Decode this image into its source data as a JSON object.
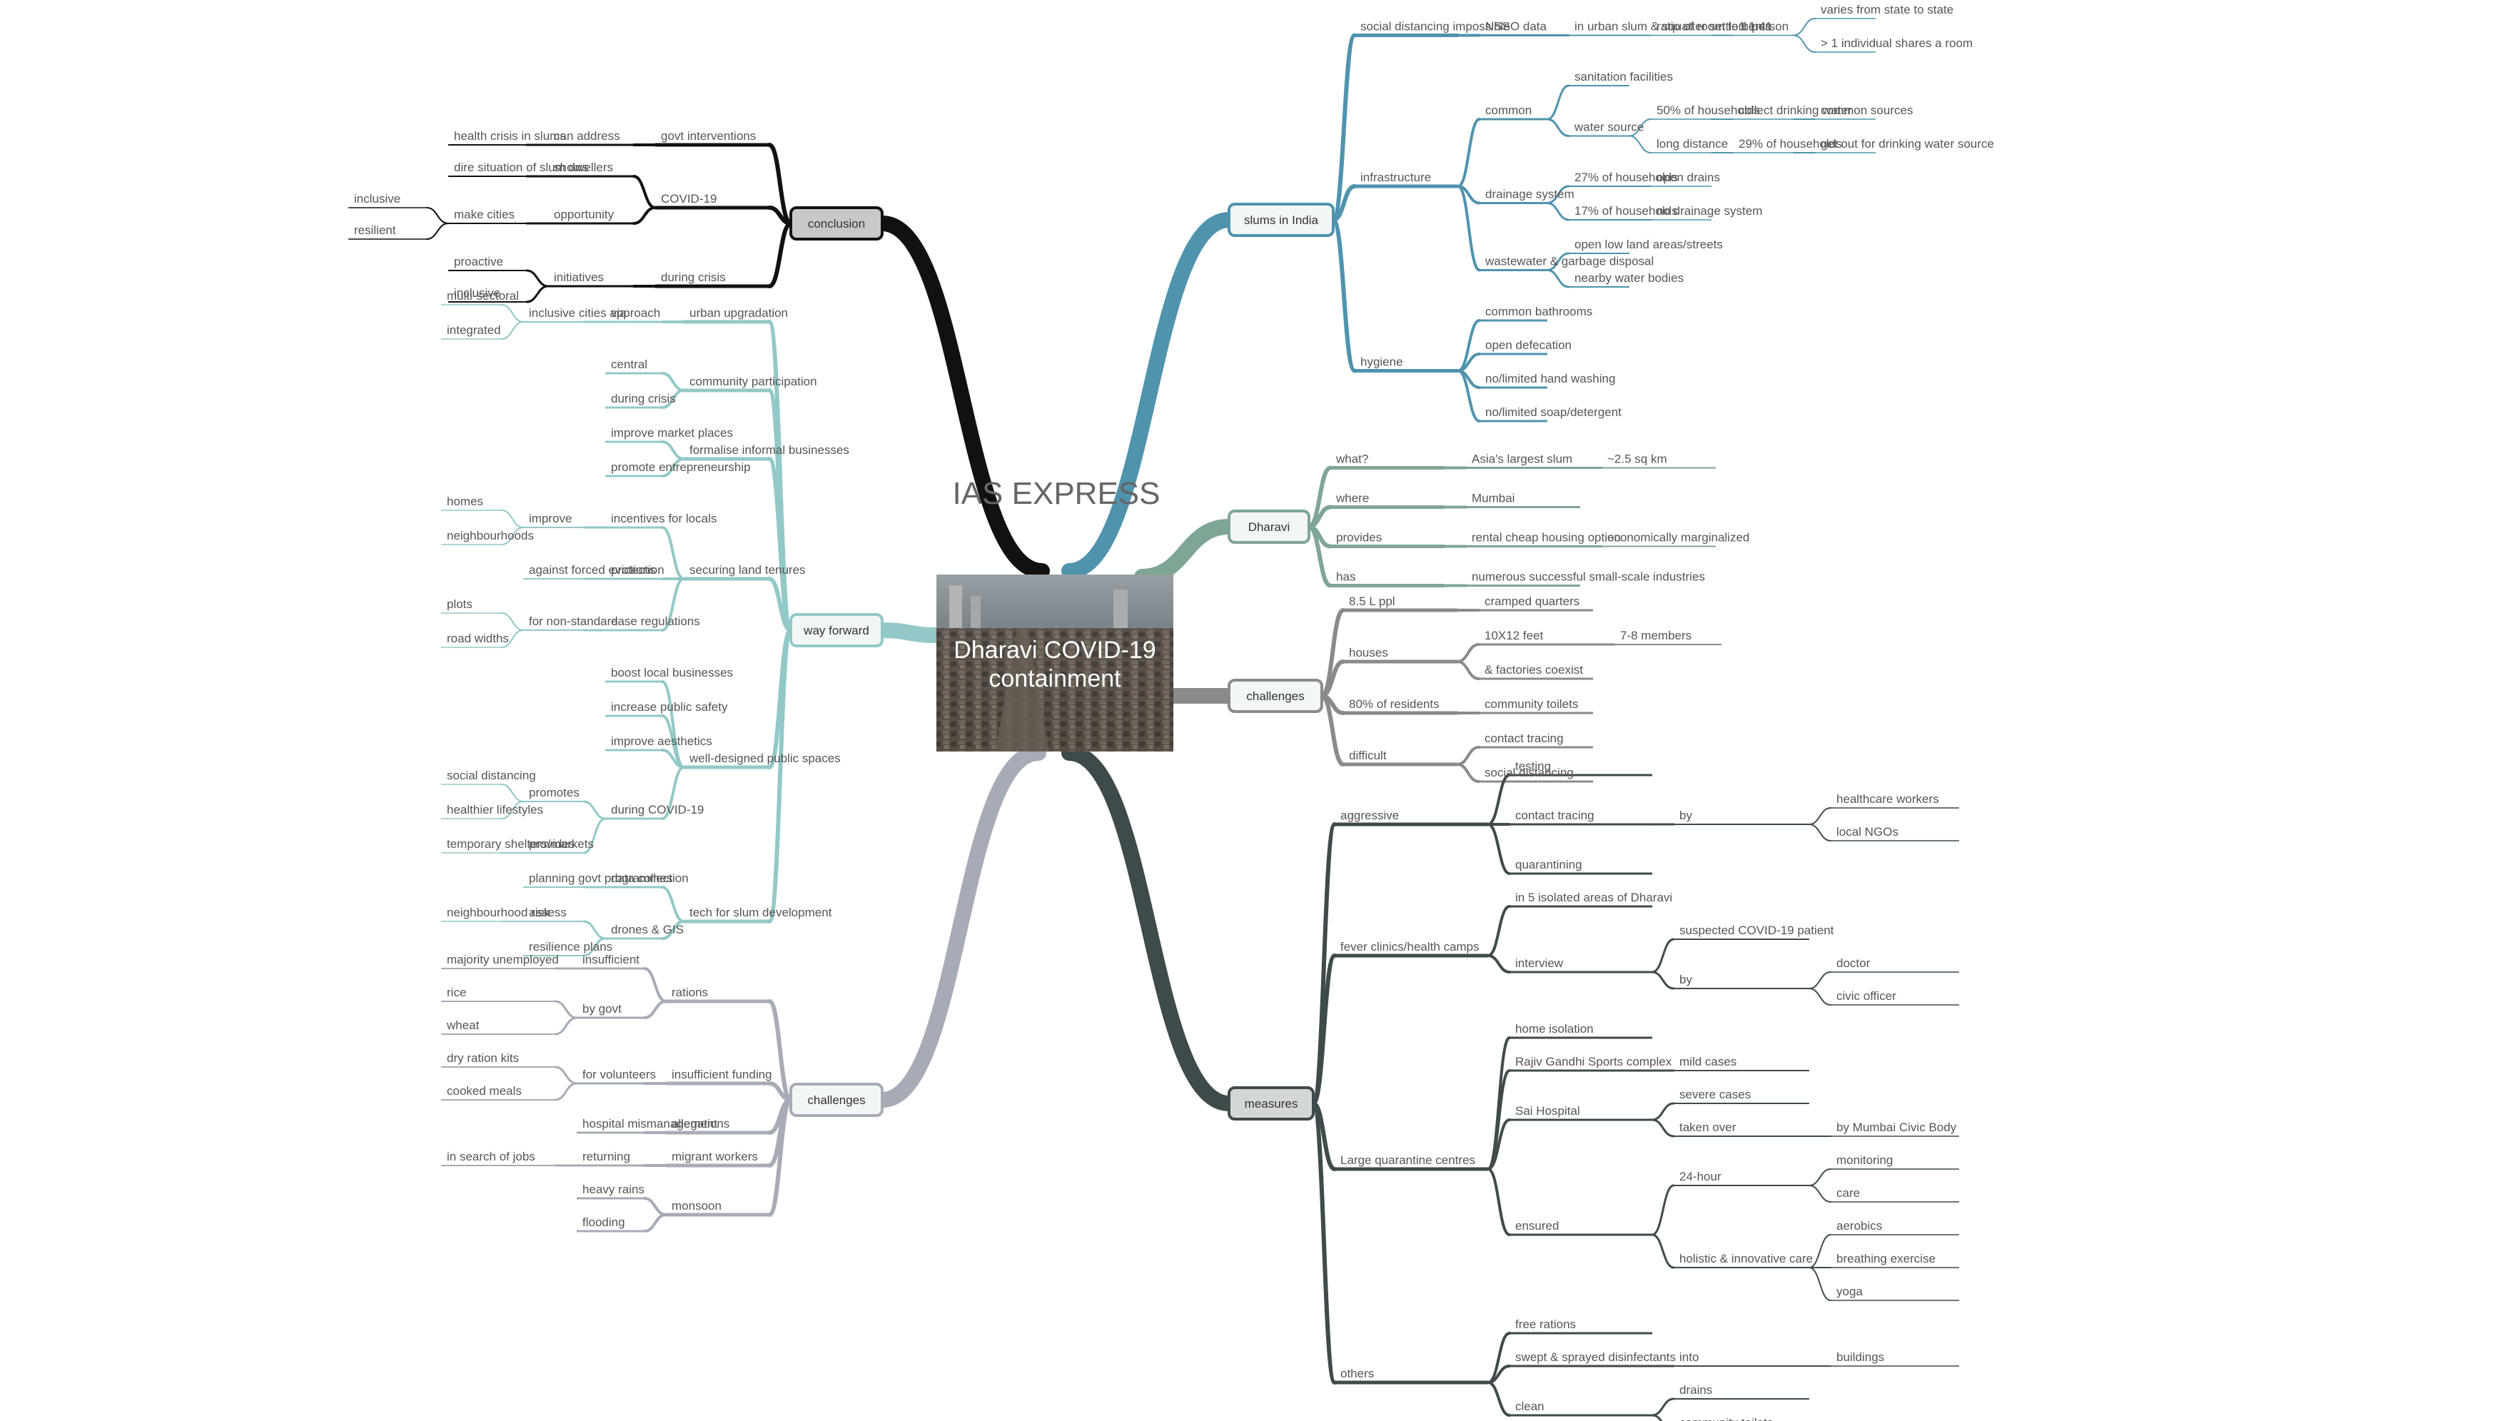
{
  "brand": "IAS EXPRESS",
  "central": {
    "line1": "Dharavi COVID-19",
    "line2": "containment"
  },
  "colors": {
    "slums": "#4f93ad",
    "dharavi": "#7fa595",
    "challenges_right": "#8a8a8a",
    "measures": "#3f4a4b",
    "conclusion": "#111111",
    "way_forward": "#93c8c8",
    "challenges_left": "#a7abb6"
  },
  "branches": [
    {
      "label": "slums in India",
      "color": "#4f93ad",
      "children": [
        {
          "label": "social distancing impossible",
          "children": [
            {
              "label": "NSSO data",
              "children": [
                {
                  "label": "in urban slum & squatter settlements",
                  "children": [
                    {
                      "label": "ratio of room to 1 person",
                      "children": [
                        {
                          "label": "1:1:41",
                          "children": [
                            {
                              "label": "varies from state to state"
                            },
                            {
                              "label": "> 1 individual shares a room"
                            }
                          ]
                        }
                      ]
                    }
                  ]
                }
              ]
            }
          ]
        },
        {
          "label": "infrastructure",
          "children": [
            {
              "label": "common",
              "children": [
                {
                  "label": "sanitation facilities"
                },
                {
                  "label": "water source",
                  "children": [
                    {
                      "label": "50% of households",
                      "children": [
                        {
                          "label": "collect drinking water",
                          "children": [
                            {
                              "label": "common sources"
                            }
                          ]
                        }
                      ]
                    },
                    {
                      "label": "long distance",
                      "children": [
                        {
                          "label": "29% of households",
                          "children": [
                            {
                              "label": "get out for drinking water source"
                            }
                          ]
                        }
                      ]
                    }
                  ]
                }
              ]
            },
            {
              "label": "drainage system",
              "children": [
                {
                  "label": "27% of households",
                  "children": [
                    {
                      "label": "open drains"
                    }
                  ]
                },
                {
                  "label": "17% of households",
                  "children": [
                    {
                      "label": "no drainage system"
                    }
                  ]
                }
              ]
            },
            {
              "label": "wastewater & garbage disposal",
              "children": [
                {
                  "label": "open low land areas/streets"
                },
                {
                  "label": "nearby water bodies"
                }
              ]
            }
          ]
        },
        {
          "label": "hygiene",
          "children": [
            {
              "label": "common bathrooms"
            },
            {
              "label": "open defecation"
            },
            {
              "label": "no/limited hand washing"
            },
            {
              "label": "no/limited soap/detergent"
            }
          ]
        }
      ]
    },
    {
      "label": "Dharavi",
      "color": "#7fa595",
      "children": [
        {
          "label": "what?",
          "children": [
            {
              "label": "Asia's largest slum",
              "children": [
                {
                  "label": "~2.5 sq km"
                }
              ]
            }
          ]
        },
        {
          "label": "where",
          "children": [
            {
              "label": "Mumbai"
            }
          ]
        },
        {
          "label": "provides",
          "children": [
            {
              "label": "rental cheap housing option",
              "children": [
                {
                  "label": "economically marginalized"
                }
              ]
            }
          ]
        },
        {
          "label": "has",
          "children": [
            {
              "label": "numerous successful small-scale industries"
            }
          ]
        }
      ]
    },
    {
      "label": "challenges",
      "color": "#8a8a8a",
      "children": [
        {
          "label": "8.5 L ppl",
          "children": [
            {
              "label": "cramped quarters"
            }
          ]
        },
        {
          "label": "houses",
          "children": [
            {
              "label": "10X12 feet",
              "children": [
                {
                  "label": "7-8 members"
                }
              ]
            },
            {
              "label": "& factories coexist"
            }
          ]
        },
        {
          "label": "80% of residents",
          "children": [
            {
              "label": "community toilets"
            }
          ]
        },
        {
          "label": "difficult",
          "children": [
            {
              "label": "contact tracing"
            },
            {
              "label": "social distancing"
            }
          ]
        }
      ]
    },
    {
      "label": "measures",
      "color": "#3f4a4b",
      "children": [
        {
          "label": "aggressive",
          "children": [
            {
              "label": "testing"
            },
            {
              "label": "contact tracing",
              "children": [
                {
                  "label": "by",
                  "children": [
                    {
                      "label": "healthcare workers"
                    },
                    {
                      "label": "local NGOs"
                    }
                  ]
                }
              ]
            },
            {
              "label": "quarantining"
            }
          ]
        },
        {
          "label": "fever clinics/health camps",
          "children": [
            {
              "label": "in 5 isolated areas of Dharavi"
            },
            {
              "label": "interview",
              "children": [
                {
                  "label": "suspected COVID-19 patient"
                },
                {
                  "label": "by",
                  "children": [
                    {
                      "label": "doctor"
                    },
                    {
                      "label": "civic officer"
                    }
                  ]
                }
              ]
            }
          ]
        },
        {
          "label": "Large quarantine centres",
          "children": [
            {
              "label": "home isolation"
            },
            {
              "label": "Rajiv Gandhi Sports complex",
              "children": [
                {
                  "label": "mild cases"
                }
              ]
            },
            {
              "label": "Sai Hospital",
              "children": [
                {
                  "label": "severe cases"
                },
                {
                  "label": "taken over",
                  "children": [
                    {
                      "label": "by Mumbai Civic Body"
                    }
                  ]
                }
              ]
            },
            {
              "label": "ensured",
              "children": [
                {
                  "label": "24-hour",
                  "children": [
                    {
                      "label": "monitoring"
                    },
                    {
                      "label": "care"
                    }
                  ]
                },
                {
                  "label": "holistic & innovative care",
                  "children": [
                    {
                      "label": "aerobics"
                    },
                    {
                      "label": "breathing exercise"
                    },
                    {
                      "label": "yoga"
                    }
                  ]
                }
              ]
            }
          ]
        },
        {
          "label": "others",
          "children": [
            {
              "label": "free rations"
            },
            {
              "label": "swept & sprayed disinfectants",
              "children": [
                {
                  "label": "into",
                  "children": [
                    {
                      "label": "buildings"
                    }
                  ]
                }
              ]
            },
            {
              "label": "clean",
              "children": [
                {
                  "label": "drains"
                },
                {
                  "label": "community toilets"
                }
              ]
            }
          ]
        }
      ]
    },
    {
      "label": "conclusion",
      "color": "#111111",
      "children": [
        {
          "label": "govt interventions",
          "children": [
            {
              "label": "can address",
              "children": [
                {
                  "label": "health crisis in slums"
                }
              ]
            }
          ]
        },
        {
          "label": "COVID-19",
          "children": [
            {
              "label": "shows",
              "children": [
                {
                  "label": "dire situation of slum dwellers"
                }
              ]
            },
            {
              "label": "opportunity",
              "children": [
                {
                  "label": "make cities",
                  "children": [
                    {
                      "label": "inclusive"
                    },
                    {
                      "label": "resilient"
                    }
                  ]
                }
              ]
            }
          ]
        },
        {
          "label": "during crisis",
          "children": [
            {
              "label": "initiatives",
              "children": [
                {
                  "label": "proactive"
                },
                {
                  "label": "inclusive"
                }
              ]
            }
          ]
        }
      ]
    },
    {
      "label": "way forward",
      "color": "#93c8c8",
      "children": [
        {
          "label": "urban upgradation",
          "children": [
            {
              "label": "via",
              "children": [
                {
                  "label": "inclusive cities approach",
                  "children": [
                    {
                      "label": "multi-sectoral"
                    },
                    {
                      "label": "integrated"
                    }
                  ]
                }
              ]
            }
          ]
        },
        {
          "label": "community participation",
          "children": [
            {
              "label": "central"
            },
            {
              "label": "during crisis"
            }
          ]
        },
        {
          "label": "formalise informal businesses",
          "children": [
            {
              "label": "improve market places"
            },
            {
              "label": "promote entrepreneurship"
            }
          ]
        },
        {
          "label": "securing land tenures",
          "children": [
            {
              "label": "incentives for locals",
              "children": [
                {
                  "label": "improve",
                  "children": [
                    {
                      "label": "homes"
                    },
                    {
                      "label": "neighbourhoods"
                    }
                  ]
                }
              ]
            },
            {
              "label": "protection",
              "children": [
                {
                  "label": "against forced evictions"
                }
              ]
            },
            {
              "label": "ease regulations",
              "children": [
                {
                  "label": "for non-standard",
                  "children": [
                    {
                      "label": "plots"
                    },
                    {
                      "label": "road widths"
                    }
                  ]
                }
              ]
            }
          ]
        },
        {
          "label": "well-designed public spaces",
          "children": [
            {
              "label": "boost local businesses"
            },
            {
              "label": "increase public safety"
            },
            {
              "label": "improve aesthetics"
            },
            {
              "label": "during COVID-19",
              "children": [
                {
                  "label": "promotes",
                  "children": [
                    {
                      "label": "social distancing"
                    },
                    {
                      "label": "healthier lifestyles"
                    }
                  ]
                },
                {
                  "label": "provides",
                  "children": [
                    {
                      "label": "temporary shelters/markets"
                    }
                  ]
                }
              ]
            }
          ]
        },
        {
          "label": "tech for slum development",
          "children": [
            {
              "label": "data collection",
              "children": [
                {
                  "label": "planning govt programmes"
                }
              ]
            },
            {
              "label": "drones & GIS",
              "children": [
                {
                  "label": "assess",
                  "children": [
                    {
                      "label": "neighbourhood risk"
                    }
                  ]
                },
                {
                  "label": "resilience plans"
                }
              ]
            }
          ]
        }
      ]
    },
    {
      "label": "challenges",
      "color": "#a7abb6",
      "children": [
        {
          "label": "rations",
          "children": [
            {
              "label": "insufficient",
              "children": [
                {
                  "label": "majority unemployed"
                }
              ]
            },
            {
              "label": "by govt",
              "children": [
                {
                  "label": "rice"
                },
                {
                  "label": "wheat"
                }
              ]
            }
          ]
        },
        {
          "label": "insufficient funding",
          "children": [
            {
              "label": "for volunteers",
              "children": [
                {
                  "label": "dry ration kits"
                },
                {
                  "label": "cooked meals"
                }
              ]
            }
          ]
        },
        {
          "label": "allegations",
          "children": [
            {
              "label": "hospital mismanagement"
            }
          ]
        },
        {
          "label": "migrant workers",
          "children": [
            {
              "label": "returning",
              "children": [
                {
                  "label": "in search of jobs"
                }
              ]
            }
          ]
        },
        {
          "label": "monsoon",
          "children": [
            {
              "label": "heavy rains"
            },
            {
              "label": "flooding"
            }
          ]
        }
      ]
    }
  ]
}
